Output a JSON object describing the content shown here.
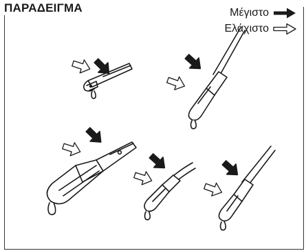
{
  "title": "ΠΑΡΑΔΕΙΓΜΑ",
  "legend": {
    "max_label": "Μέγιστο",
    "max_arrow_icon": "solid-arrow-icon",
    "min_label": "Ελάχιστο",
    "min_arrow_icon": "outline-arrow-icon"
  },
  "colors": {
    "ink": "#1a1a1a",
    "fill": "#ffffff"
  }
}
